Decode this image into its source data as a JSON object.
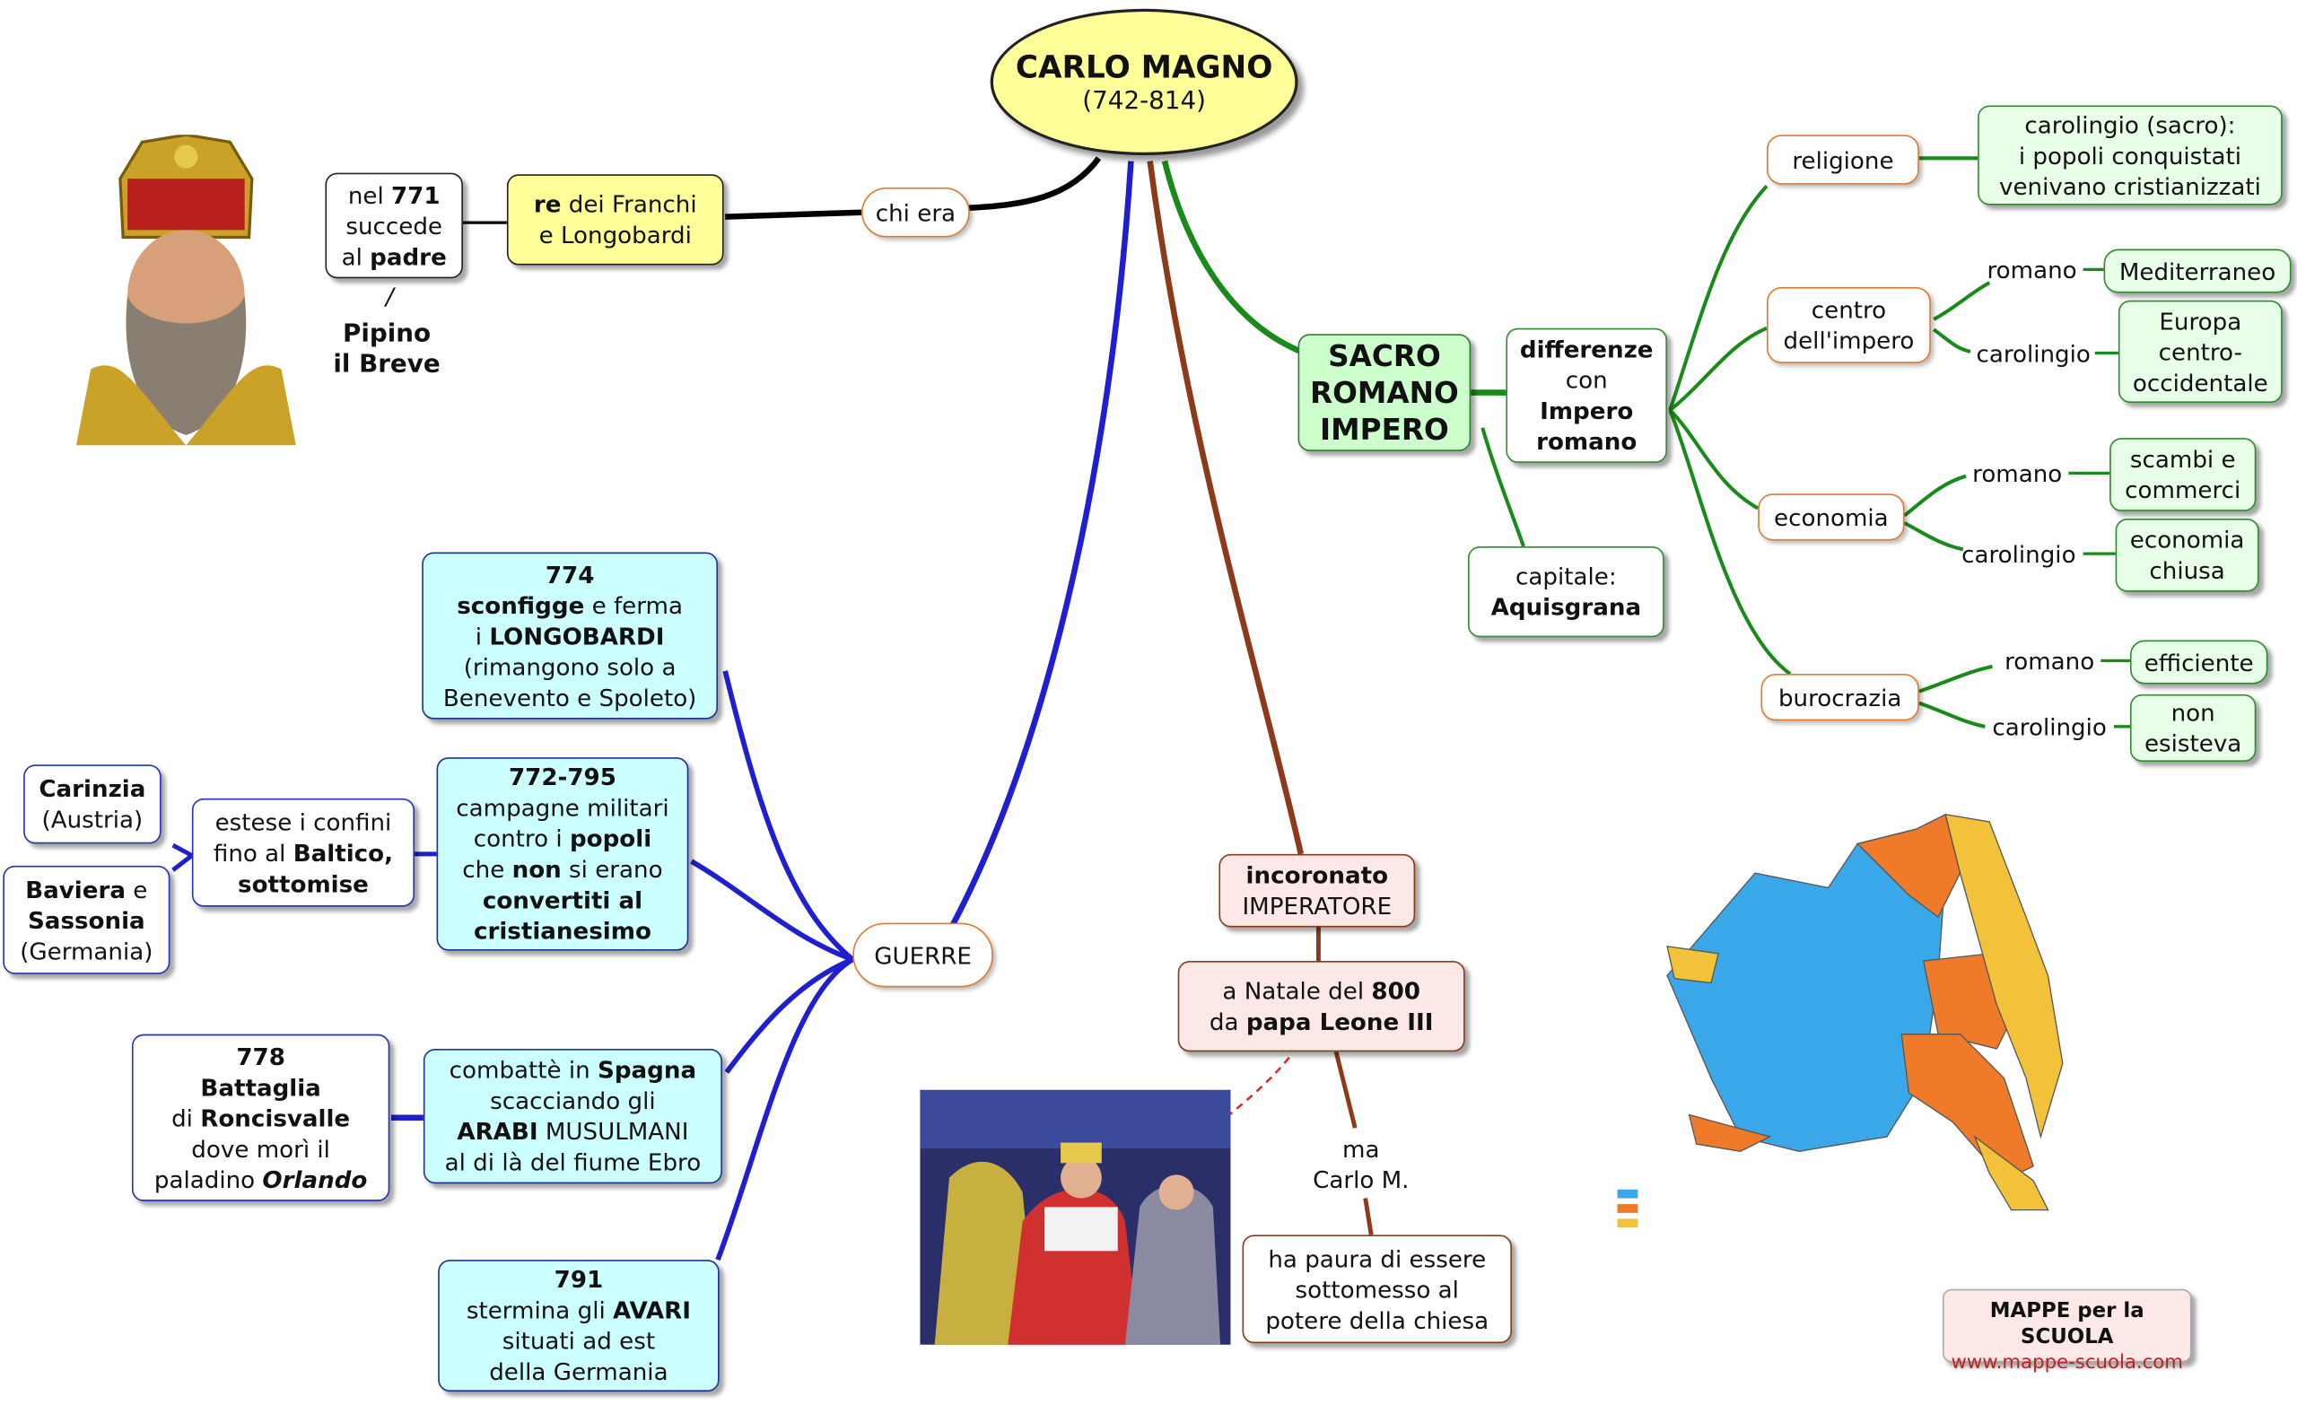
{
  "center": {
    "title": "CARLO MAGNO",
    "dates": "(742-814)"
  },
  "chi_era": {
    "label": "chi era",
    "role": {
      "bold": "re",
      "rest": " dei Franchi",
      "line2": "e Longobardi"
    },
    "succession": {
      "l1_pre": "nel ",
      "l1_bold": "771",
      "l2": "succede",
      "l3_pre": "al ",
      "l3_bold": "padre"
    },
    "slash": "/",
    "father": {
      "l1": "Pipino",
      "l2": "il Breve"
    }
  },
  "impero": {
    "title_lines": [
      "SACRO",
      "ROMANO",
      "IMPERO"
    ],
    "differenze": {
      "l1": "differenze",
      "l2": "con",
      "l3": "Impero",
      "l4": "romano"
    },
    "capitale": {
      "l1": "capitale:",
      "l2": "Aquisgrana"
    },
    "religione": {
      "label": "religione",
      "detail": [
        "carolingio (sacro):",
        "i popoli conquistati",
        "venivano cristianizzati"
      ]
    },
    "centro": {
      "label": [
        "centro",
        "dell'impero"
      ],
      "romano": "romano",
      "romano_val": "Mediterraneo",
      "carolingio": "carolingio",
      "carolingio_val": [
        "Europa",
        "centro-",
        "occidentale"
      ]
    },
    "economia": {
      "label": "economia",
      "romano": "romano",
      "romano_val": [
        "scambi e",
        "commerci"
      ],
      "carolingio": "carolingio",
      "carolingio_val": [
        "economia",
        "chiusa"
      ]
    },
    "burocrazia": {
      "label": "burocrazia",
      "romano": "romano",
      "romano_val": "efficiente",
      "carolingio": "carolingio",
      "carolingio_val": [
        "non",
        "esisteva"
      ]
    }
  },
  "incoronazione": {
    "title_bold": "incoronato",
    "title_rest": "IMPERATORE",
    "when": {
      "l1_pre": "a Natale del ",
      "l1_bold": "800",
      "l2_pre": "da ",
      "l2_bold": "papa Leone III"
    },
    "ma": [
      "ma",
      "Carlo M."
    ],
    "paura": [
      "ha paura di essere",
      "sottomesso al",
      "potere della chiesa"
    ]
  },
  "guerre": {
    "label": "GUERRE",
    "longobardi": {
      "year": "774",
      "l2_bold": "sconfigge",
      "l2_rest": " e ferma",
      "l3_pre": "i ",
      "l3_bold": "LONGOBARDI",
      "l4": "(rimangono solo a",
      "l5": "Benevento e Spoleto)"
    },
    "campagne": {
      "year": "772-795",
      "l2": "campagne militari",
      "l3_pre": "contro i ",
      "l3_bold": "popoli",
      "l4_pre": "che ",
      "l4_bold": "non",
      "l4_rest": " si erano",
      "l5": "convertiti al",
      "l6": "cristianesimo"
    },
    "confini": {
      "l1": "estese i confini",
      "l2_pre": "fino al ",
      "l2_bold": "Baltico,",
      "l3": "sottomise"
    },
    "carinzia": {
      "l1": "Carinzia",
      "l2": "(Austria)"
    },
    "baviera": {
      "l1_bold": "Baviera",
      "l1_rest": " e",
      "l2": "Sassonia",
      "l3": "(Germania)"
    },
    "spagna": {
      "l1_pre": "combattè in ",
      "l1_bold": "Spagna",
      "l2": "scacciando gli",
      "l3_bold": "ARABI",
      "l3_rest": " MUSULMANI",
      "l4": "al di là del fiume Ebro"
    },
    "roncisvalle": {
      "l1": "778",
      "l2": "Battaglia",
      "l3_pre": "di ",
      "l3_bold": "Roncisvalle",
      "l4": "dove morì il",
      "l5_pre": "paladino ",
      "l5_bold": "Orlando"
    },
    "avari": {
      "year": "791",
      "l2_pre": "stermina gli ",
      "l2_bold": "AVARI",
      "l3": "situati ad est",
      "l4": "della Germania"
    }
  },
  "brand": {
    "name": "MAPPE per la SCUOLA",
    "url": "www.mappe-scuola.com"
  },
  "colors": {
    "blue": "#1f1fd0",
    "green": "#1a8a1a",
    "brown": "#8b3a1a",
    "black": "#000000",
    "orange": "#e07a30"
  }
}
